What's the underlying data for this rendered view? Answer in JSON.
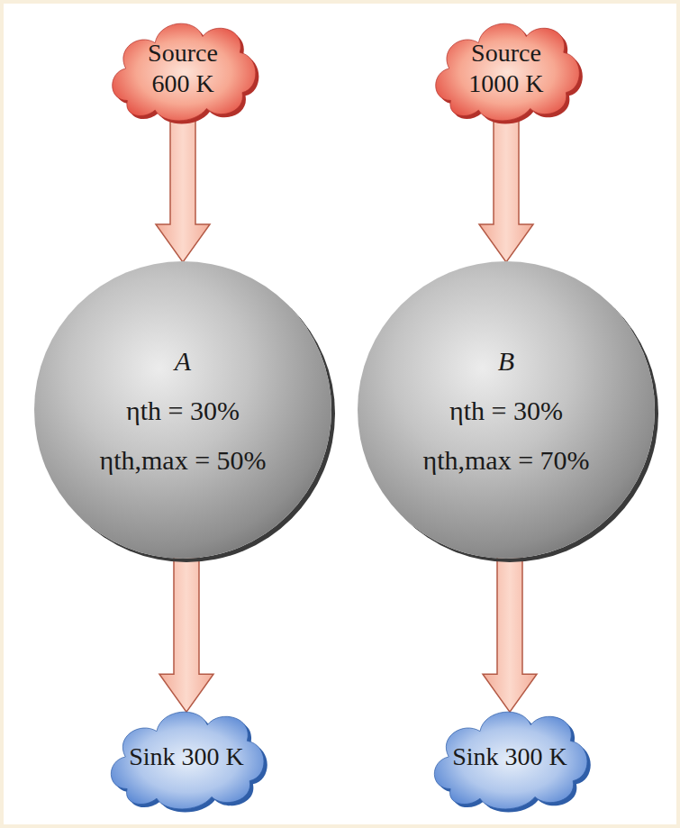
{
  "diagram": {
    "nodes": [
      {
        "text": [
          "Source 600 K"
        ]
      },
      {
        "text": [
          "A",
          "ηth = 30%",
          "ηth,max = 50%"
        ]
      },
      {
        "text": [
          "Sink 300 K"
        ]
      },
      {
        "text": [
          "Source 1000 K"
        ]
      },
      {
        "text": [
          "B",
          "ηth = 30%",
          "ηth,max = 70%"
        ]
      },
      {
        "text": [
          "Sink 300 K"
        ]
      }
    ],
    "edges": [
      {
        "from": 0,
        "to": 1,
        "arrow": "to"
      },
      {
        "from": 1,
        "to": 2,
        "arrow": "to"
      },
      {
        "from": 3,
        "to": 4,
        "arrow": "to"
      },
      {
        "from": 4,
        "to": 5,
        "arrow": "to"
      }
    ]
  }
}
